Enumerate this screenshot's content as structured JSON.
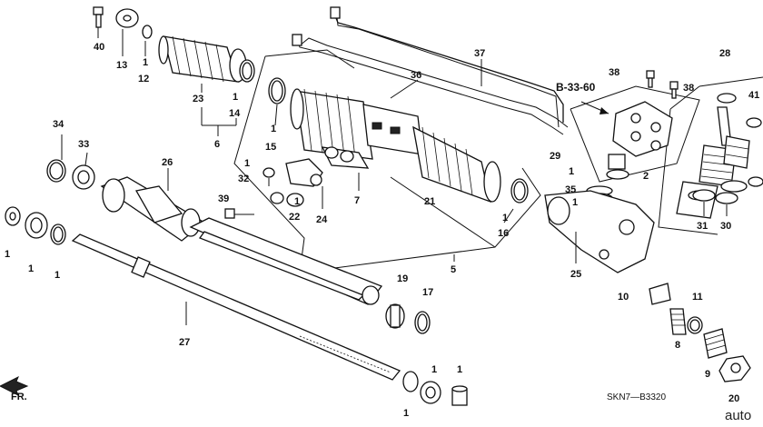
{
  "diagram": {
    "ref_label": "B-33-60",
    "code": "SKN7—B3320",
    "direction_label": "FR.",
    "watermark": "auto",
    "callouts": [
      {
        "id": "c40",
        "text": "40"
      },
      {
        "id": "c13",
        "text": "13"
      },
      {
        "id": "c1a",
        "text": "1"
      },
      {
        "id": "c12",
        "text": "12"
      },
      {
        "id": "c23",
        "text": "23"
      },
      {
        "id": "c1b",
        "text": "1"
      },
      {
        "id": "c14",
        "text": "14"
      },
      {
        "id": "c6",
        "text": "6"
      },
      {
        "id": "c36",
        "text": "36"
      },
      {
        "id": "c37",
        "text": "37"
      },
      {
        "id": "c38a",
        "text": "38"
      },
      {
        "id": "c38b",
        "text": "38"
      },
      {
        "id": "c28",
        "text": "28"
      },
      {
        "id": "c41",
        "text": "41"
      },
      {
        "id": "c1c",
        "text": "1"
      },
      {
        "id": "c15",
        "text": "15"
      },
      {
        "id": "c34",
        "text": "34"
      },
      {
        "id": "c33",
        "text": "33"
      },
      {
        "id": "c26",
        "text": "26"
      },
      {
        "id": "c1d",
        "text": "1"
      },
      {
        "id": "c32",
        "text": "32"
      },
      {
        "id": "c1e",
        "text": "1"
      },
      {
        "id": "c22",
        "text": "22"
      },
      {
        "id": "c39",
        "text": "39"
      },
      {
        "id": "c24",
        "text": "24"
      },
      {
        "id": "c7",
        "text": "7"
      },
      {
        "id": "c21",
        "text": "21"
      },
      {
        "id": "c29",
        "text": "29"
      },
      {
        "id": "c1f",
        "text": "1"
      },
      {
        "id": "c2",
        "text": "2"
      },
      {
        "id": "c35",
        "text": "35"
      },
      {
        "id": "c1g",
        "text": "1"
      },
      {
        "id": "c1h",
        "text": "1"
      },
      {
        "id": "c16",
        "text": "16"
      },
      {
        "id": "c31",
        "text": "31"
      },
      {
        "id": "c30",
        "text": "30"
      },
      {
        "id": "c5",
        "text": "5"
      },
      {
        "id": "c25",
        "text": "25"
      },
      {
        "id": "c1i",
        "text": "1"
      },
      {
        "id": "c1j",
        "text": "1"
      },
      {
        "id": "c1k",
        "text": "1"
      },
      {
        "id": "c19",
        "text": "19"
      },
      {
        "id": "c17",
        "text": "17"
      },
      {
        "id": "c10",
        "text": "10"
      },
      {
        "id": "c11",
        "text": "11"
      },
      {
        "id": "c8",
        "text": "8"
      },
      {
        "id": "c27",
        "text": "27"
      },
      {
        "id": "c9",
        "text": "9"
      },
      {
        "id": "c20",
        "text": "20"
      },
      {
        "id": "c1l",
        "text": "1"
      },
      {
        "id": "c1m",
        "text": "1"
      },
      {
        "id": "c1n",
        "text": "1"
      }
    ]
  }
}
